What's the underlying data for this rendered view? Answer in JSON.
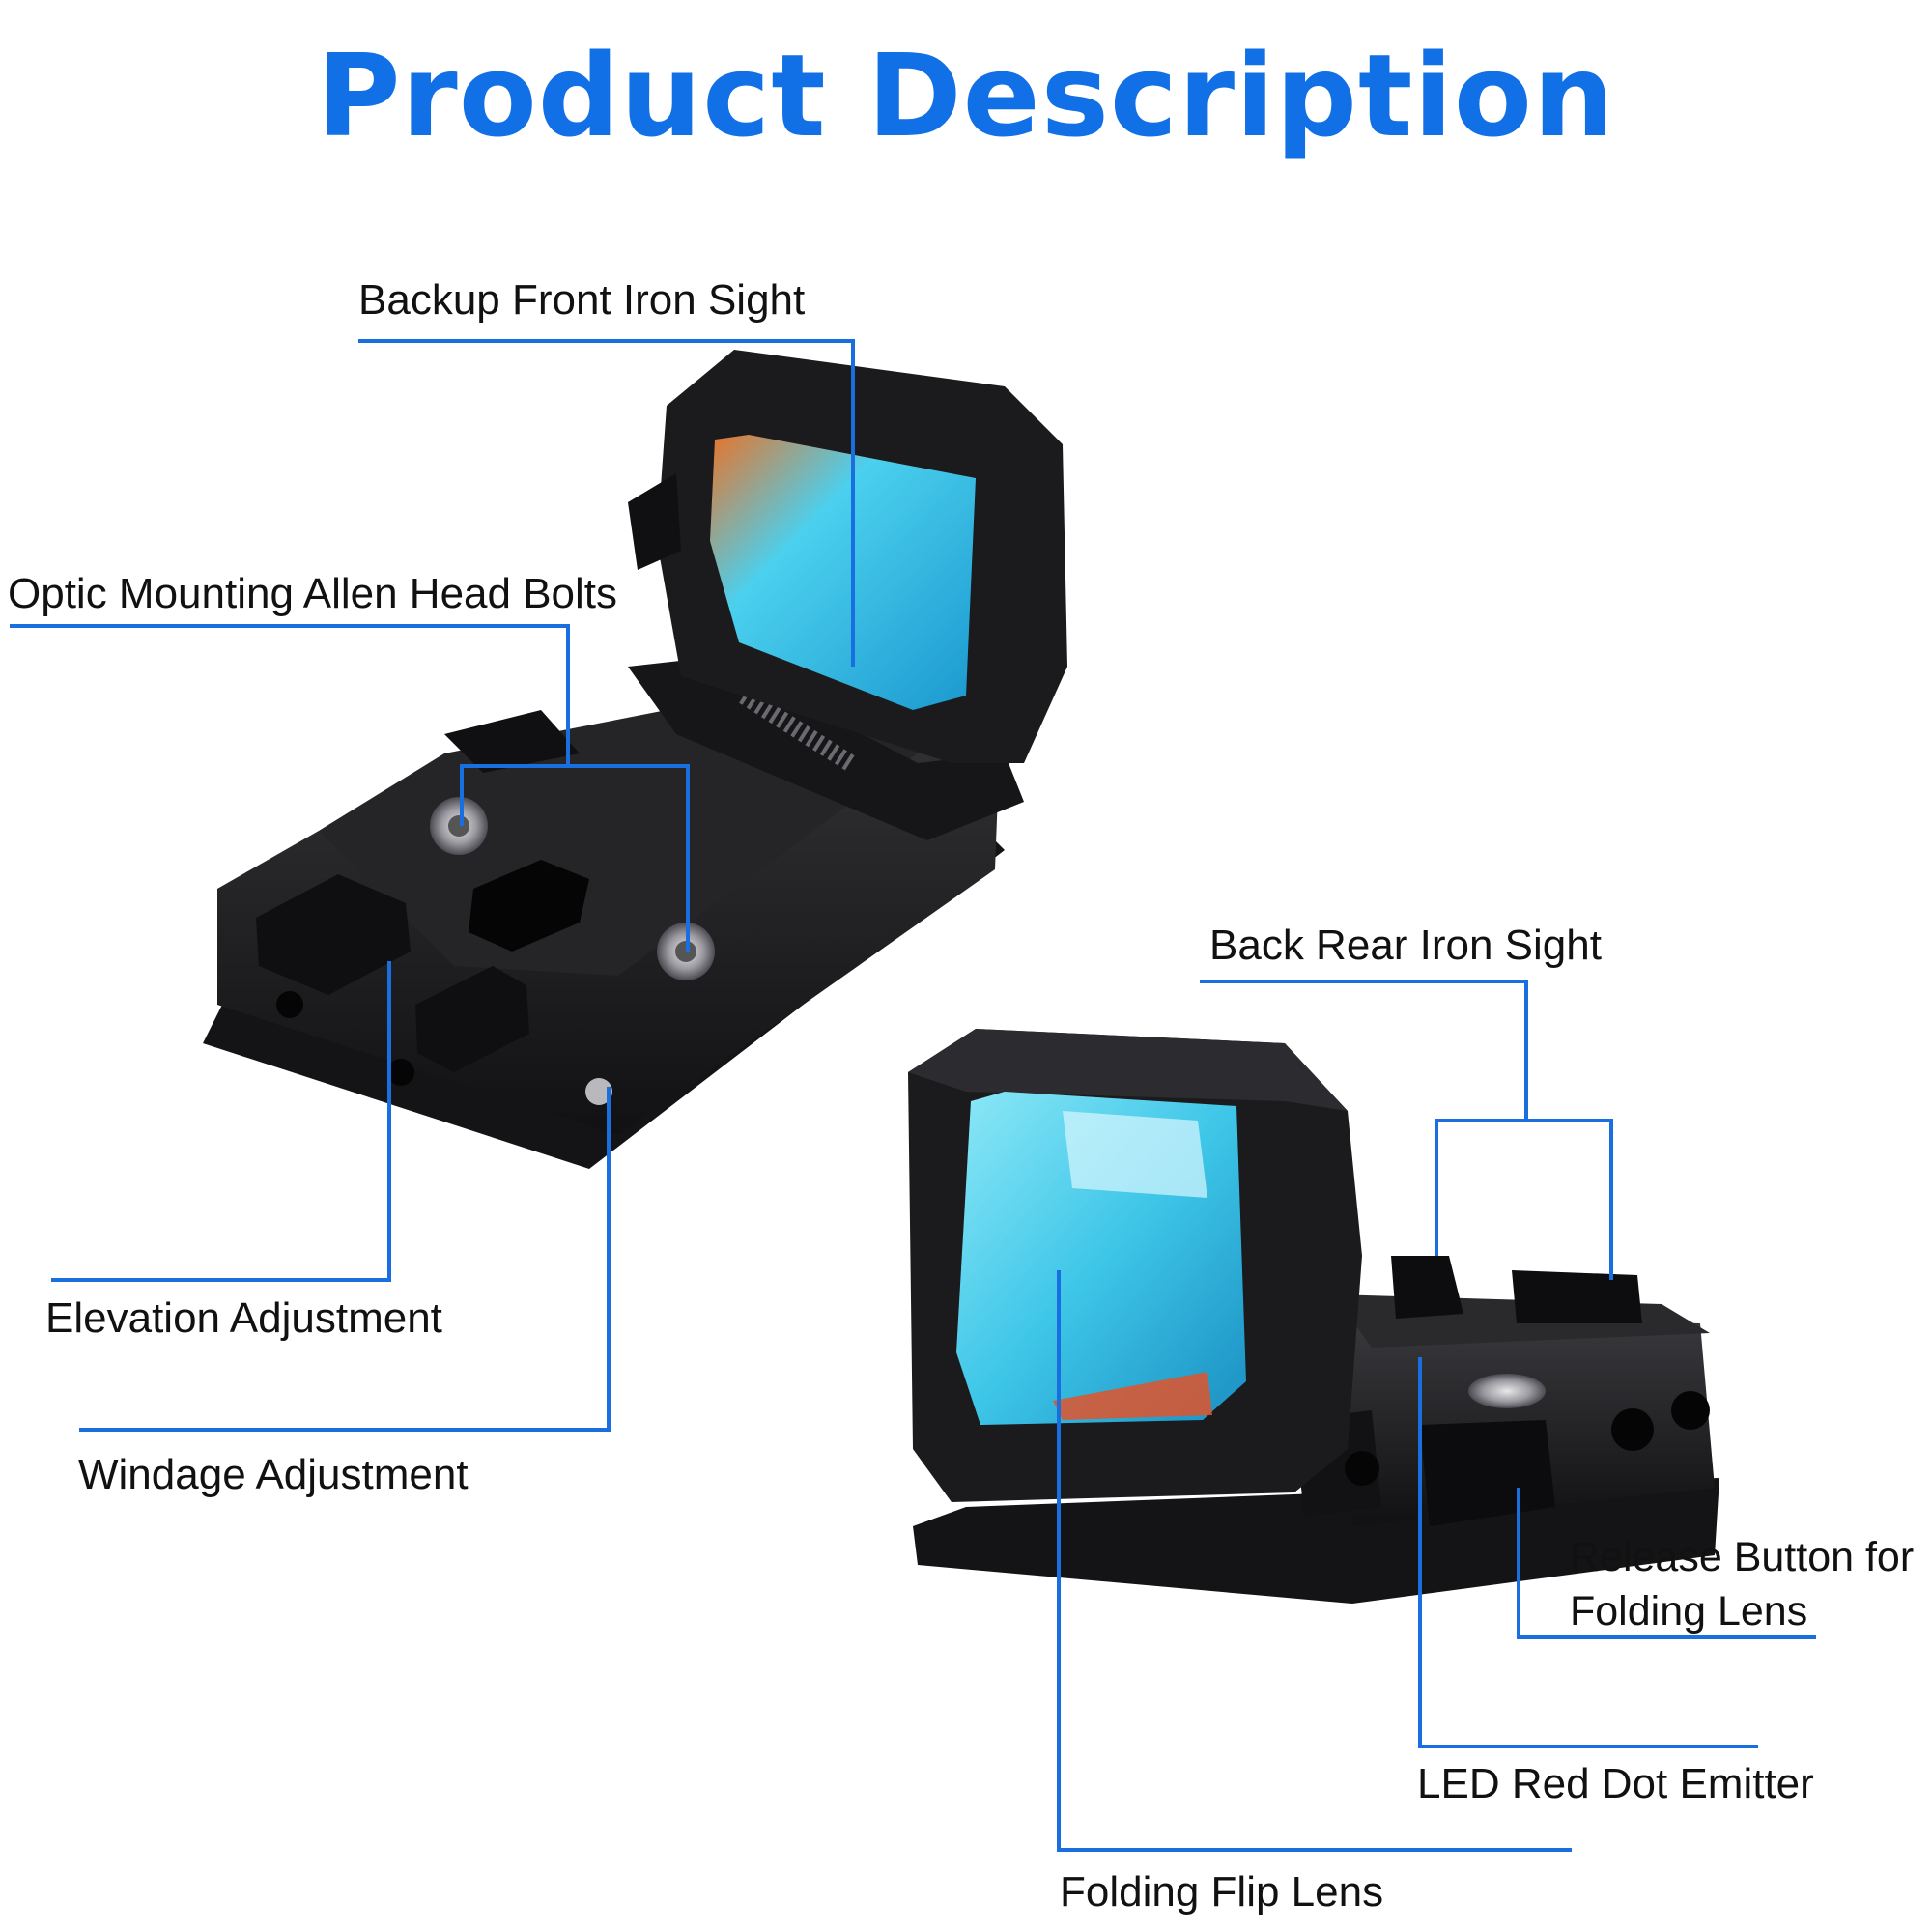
{
  "title": "Product Description",
  "colors": {
    "title": "#1270e6",
    "leader_line": "#1a6fe0",
    "label_text": "#111111",
    "housing": "#1a1a1c",
    "lens": "#3ec6e8",
    "lens_tint": "#e0542a"
  },
  "labels": {
    "backup_front_iron_sight": "Backup Front Iron Sight",
    "optic_mounting_allen_head_bolts": "Optic Mounting Allen Head Bolts",
    "elevation_adjustment": "Elevation Adjustment",
    "windage_adjustment": "Windage Adjustment",
    "back_rear_iron_sight": "Back Rear Iron Sight",
    "release_button_for_folding_lens": "Release Button for Folding Lens",
    "led_red_dot_emitter": "LED Red Dot Emitter",
    "folding_flip_lens": "Folding Flip Lens"
  }
}
